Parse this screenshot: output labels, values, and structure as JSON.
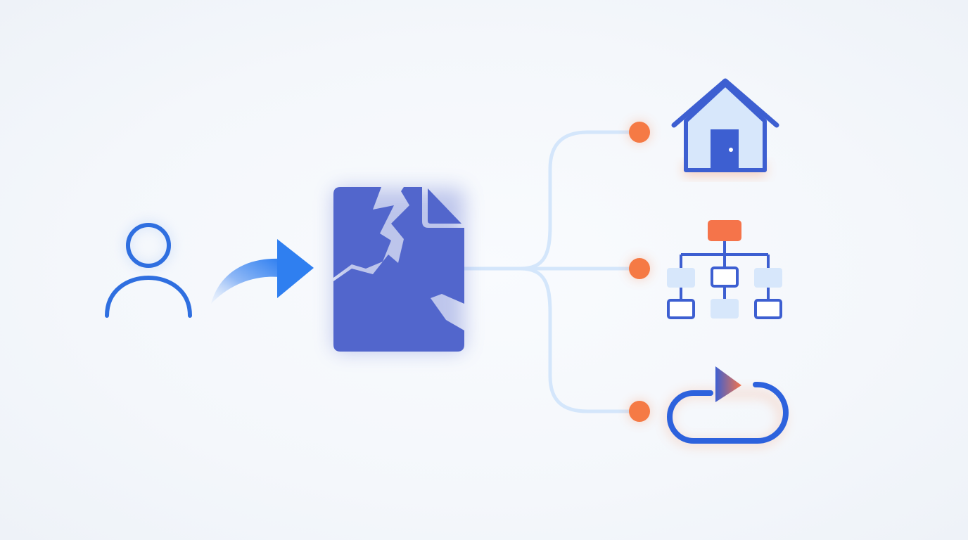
{
  "diagram": {
    "colors": {
      "background": "#f5f8fc",
      "user_stroke": "#2f6fe0",
      "arrow_blue": "#2f7ff0",
      "document_fill": "#5266cc",
      "connector": "#d4e6fb",
      "node_dot": "#f57a45",
      "icon_stroke": "#3d5fd1",
      "icon_fill_light": "#d7e7fb",
      "hierarchy_top": "#f5744a",
      "cycle_stroke": "#2d62dd"
    },
    "nodes": [
      {
        "id": "user",
        "icon": "user-icon"
      },
      {
        "id": "flow-arrow",
        "icon": "curved-arrow-icon"
      },
      {
        "id": "broken-document",
        "icon": "cracked-document-icon"
      },
      {
        "id": "outcome-home",
        "icon": "house-icon"
      },
      {
        "id": "outcome-hierarchy",
        "icon": "org-chart-icon"
      },
      {
        "id": "outcome-cycle",
        "icon": "cycle-arrow-icon"
      }
    ],
    "edges": [
      {
        "from": "user",
        "to": "broken-document"
      },
      {
        "from": "broken-document",
        "to": "outcome-home"
      },
      {
        "from": "broken-document",
        "to": "outcome-hierarchy"
      },
      {
        "from": "broken-document",
        "to": "outcome-cycle"
      }
    ]
  }
}
